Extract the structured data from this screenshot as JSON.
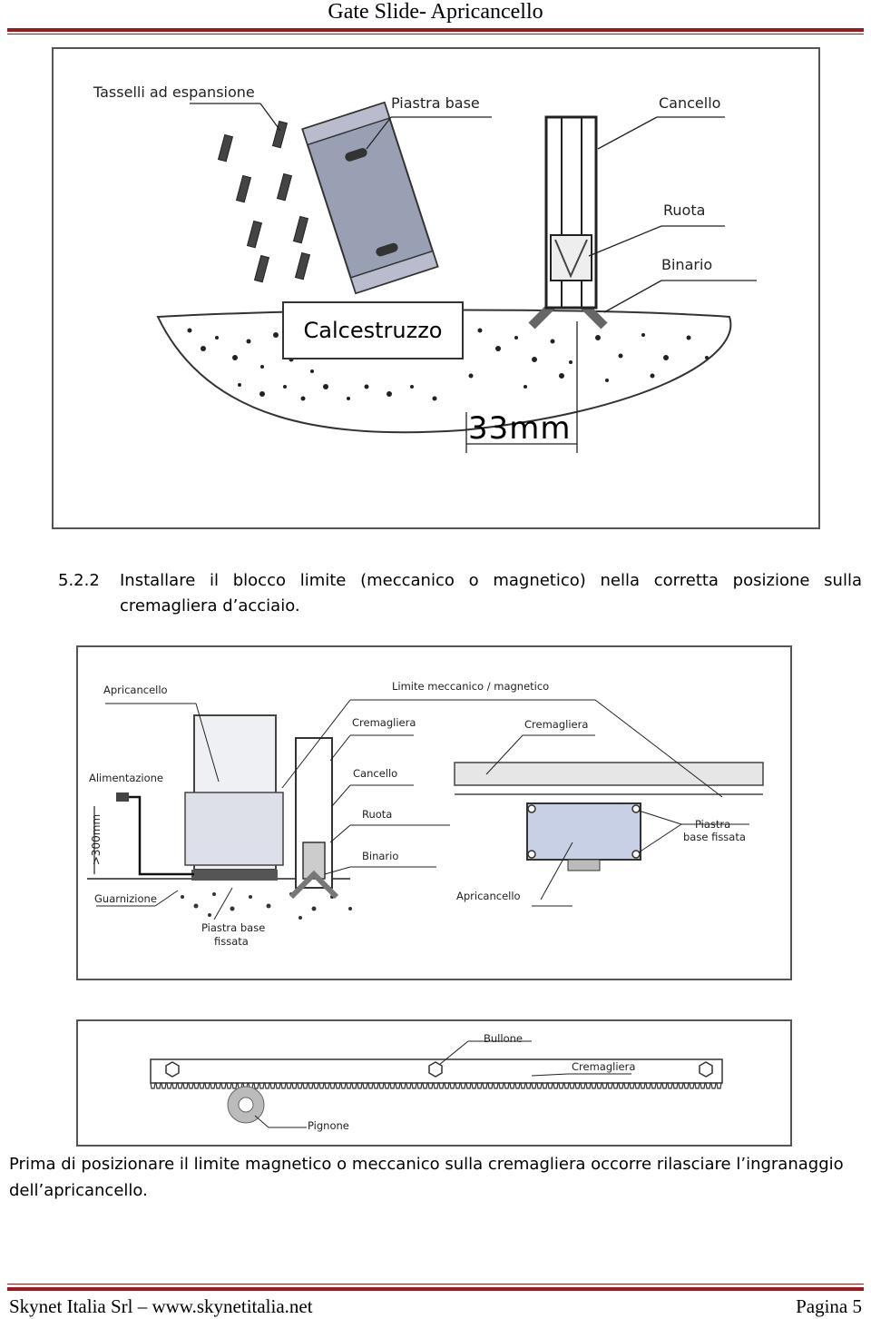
{
  "header": {
    "title": "Gate Slide- Apricancello"
  },
  "figure1": {
    "labels": {
      "anchors": "Tasselli ad espansione",
      "base_plate": "Piastra base",
      "gate": "Cancello",
      "wheel": "Ruota",
      "rail": "Binario",
      "concrete": "Calcestruzzo",
      "measure": "33mm"
    }
  },
  "step": {
    "number": "5.2.2",
    "line1": "Installare il blocco limite (meccanico o magnetico) nella corretta posizione sulla",
    "line2": "cremagliera d’acciaio."
  },
  "figure2": {
    "labels": {
      "motor": "Apricancello",
      "limit": "Limite meccanico / magnetico",
      "rack_left": "Cremagliera",
      "rack_right": "Cremagliera",
      "power": "Alimentazione",
      "gate": "Cancello",
      "wheel": "Ruota",
      "rail": "Binario",
      "height": ">300mm",
      "plate_right_1": "Piastra",
      "plate_right_2": "base fissata",
      "seal": "Guarnizione",
      "motor_bottom": "Apricancello",
      "plate_left_1": "Piastra base",
      "plate_left_2": "fissata"
    }
  },
  "figure3": {
    "labels": {
      "bolt": "Bullone",
      "rack": "Cremagliera",
      "pinion": "Pignone"
    }
  },
  "note": {
    "text": "Prima di posizionare il limite magnetico o meccanico sulla cremagliera occorre rilasciare l’ingranaggio dell’apricancello."
  },
  "footer": {
    "left": "Skynet Italia Srl – www.skynetitalia.net",
    "right": "Pagina 5"
  }
}
